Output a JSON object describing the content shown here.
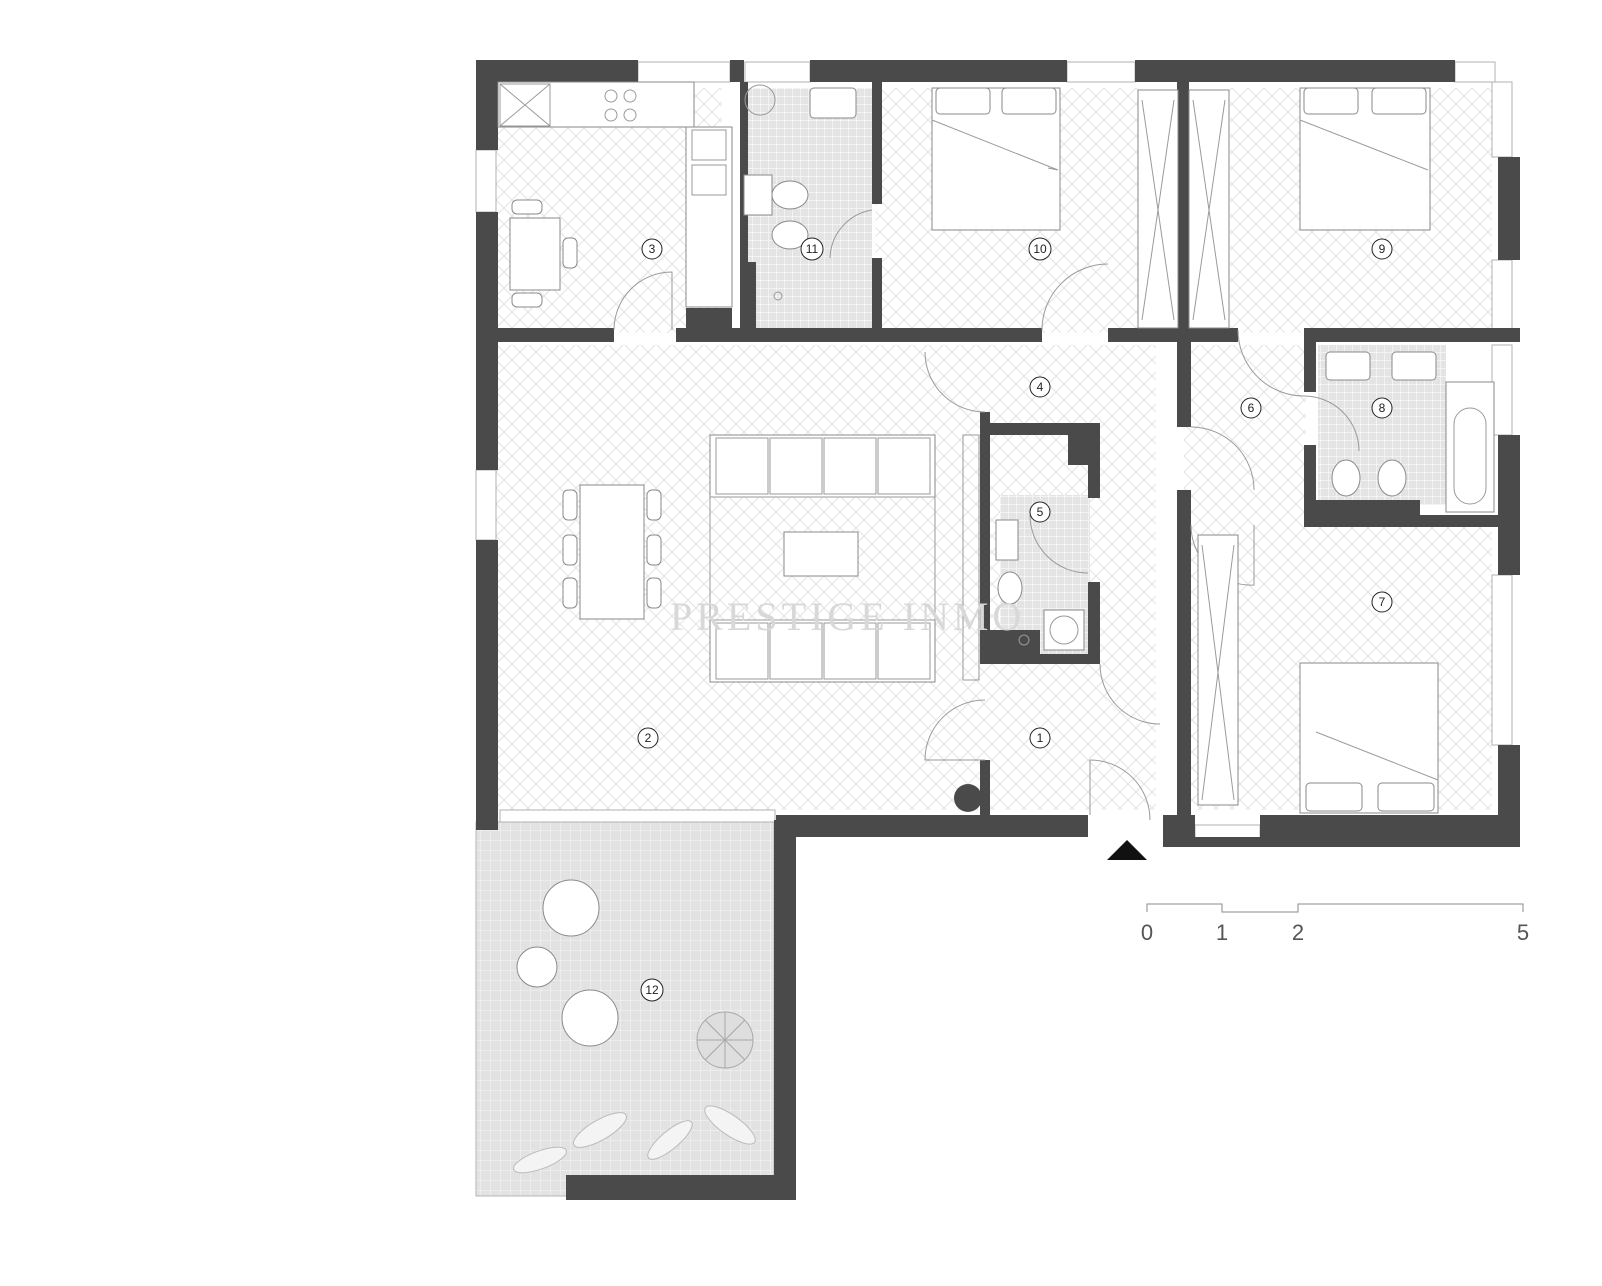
{
  "rooms": [
    {
      "number": "1"
    },
    {
      "number": "2"
    },
    {
      "number": "3"
    },
    {
      "number": "4"
    },
    {
      "number": "5"
    },
    {
      "number": "6"
    },
    {
      "number": "7"
    },
    {
      "number": "8"
    },
    {
      "number": "9"
    },
    {
      "number": "10"
    },
    {
      "number": "11"
    },
    {
      "number": "12"
    }
  ],
  "scale_bar": {
    "labels": [
      "0",
      "1",
      "2",
      "5"
    ]
  },
  "watermark": {
    "text": "PRESTIGE INMO"
  },
  "colors": {
    "wall": "#4a4a4a",
    "floor_pattern": "#e6e6e6",
    "wet_floor": "#dcdcdc",
    "terrace_floor": "#e0e0e0"
  }
}
